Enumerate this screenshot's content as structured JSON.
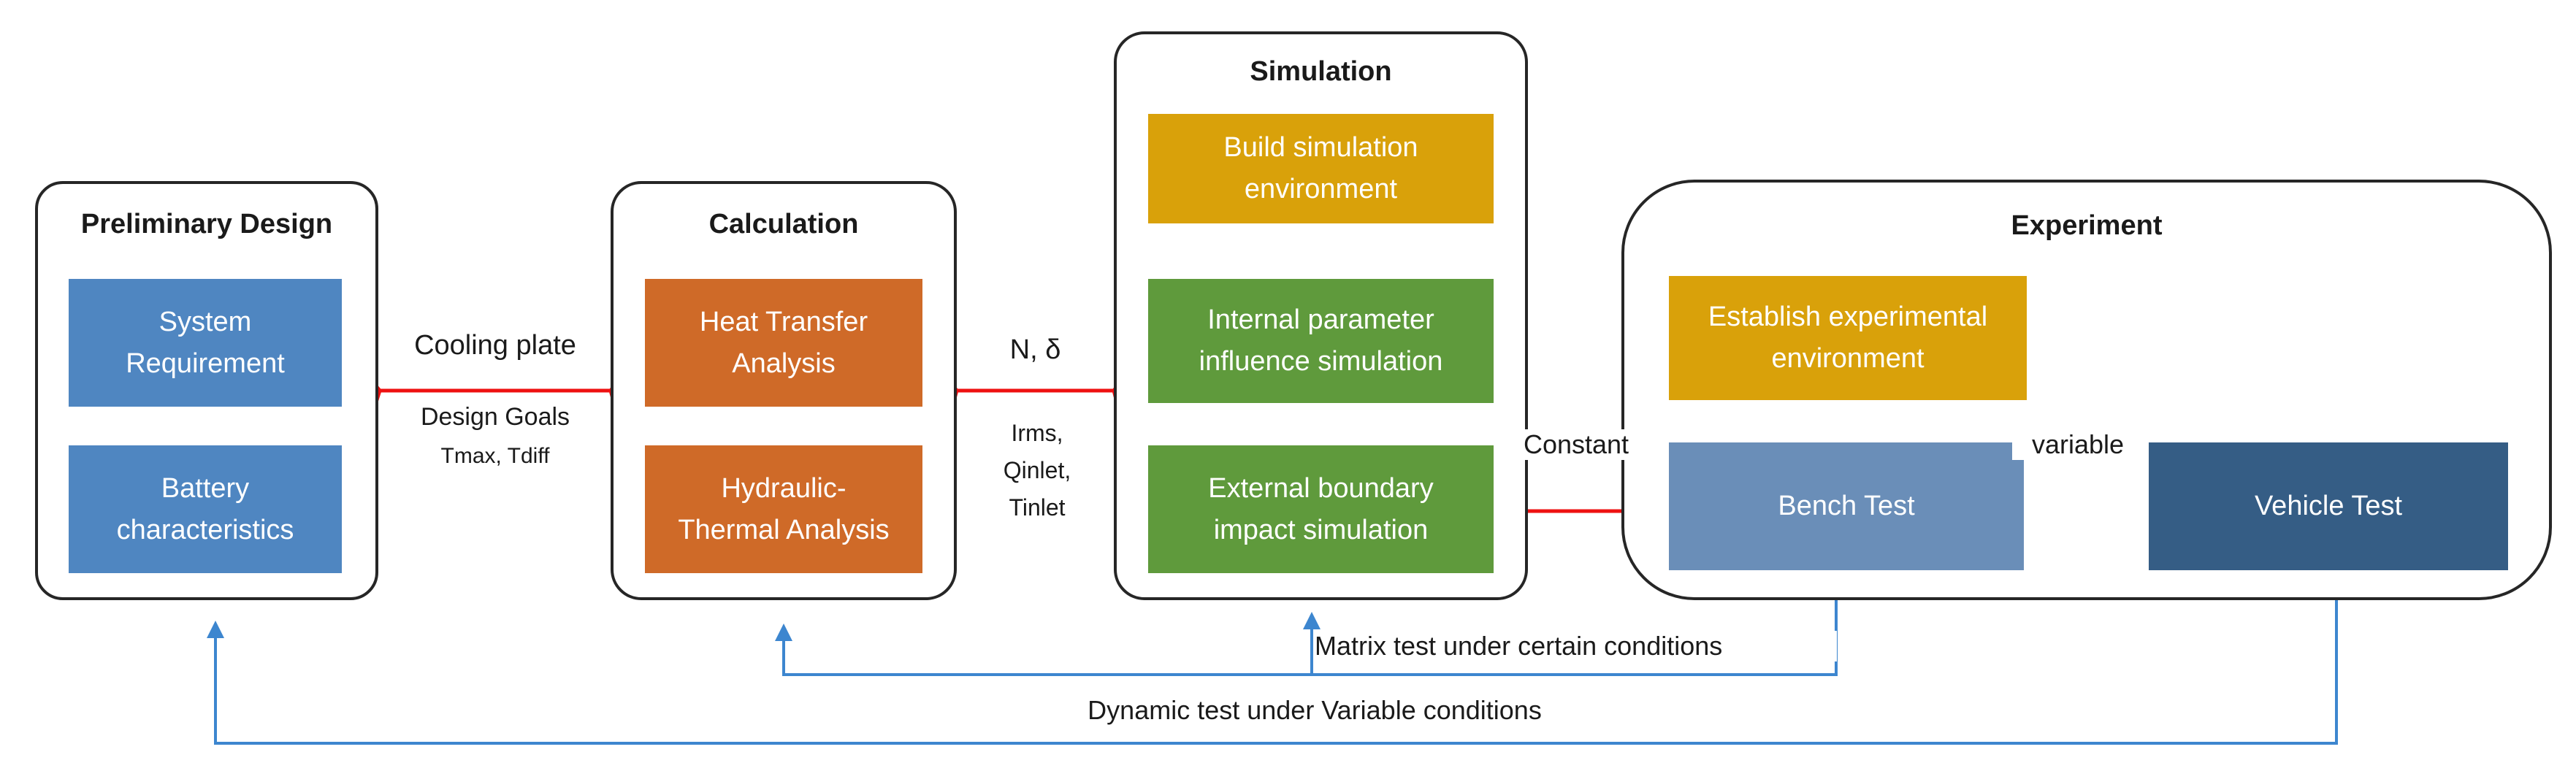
{
  "colors": {
    "blue": "#4f86c1",
    "orange": "#cf6a28",
    "gold": "#d9a10a",
    "green": "#5f9a3c",
    "steel": "#6a8eb8",
    "navy": "#355d85",
    "red_line": "#ee1111",
    "blue_line": "#3d86cf"
  },
  "groups": {
    "preliminary": {
      "title": "Preliminary Design"
    },
    "calculation": {
      "title": "Calculation"
    },
    "simulation": {
      "title": "Simulation"
    },
    "experiment": {
      "title": "Experiment"
    }
  },
  "nodes": {
    "system_requirement": "System\nRequirement",
    "battery_characteristics": "Battery\ncharacteristics",
    "heat_transfer": "Heat Transfer\nAnalysis",
    "hydraulic_thermal": "Hydraulic-\nThermal Analysis",
    "build_sim_env": "Build simulation\nenvironment",
    "internal_param": "Internal parameter\ninfluence simulation",
    "external_boundary": "External boundary\nimpact simulation",
    "establish_exp_env": "Establish experimental\nenvironment",
    "bench_test": "Bench Test",
    "vehicle_test": "Vehicle Test"
  },
  "labels": {
    "cooling_plate": "Cooling plate",
    "design_goals": "Design Goals",
    "tmax_tdiff": "Tmax, Tdiff",
    "n_delta": "N,  δ",
    "irms_qinlet_tinlet": "Irms,\nQinlet,\nTinlet",
    "constant": "Constant",
    "variable": "variable",
    "matrix_test": "Matrix test under certain conditions",
    "dynamic_test": "Dynamic test under Variable conditions"
  }
}
